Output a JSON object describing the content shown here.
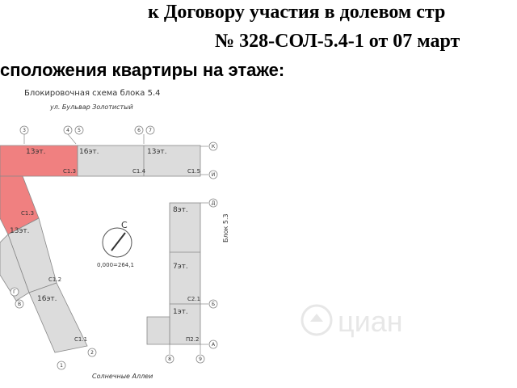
{
  "header": {
    "line1": "к Договору участия в долевом стр",
    "line2": "№ 328-СОЛ-5.4-1 от 07 март",
    "line3": "сположения квартиры на этаже:"
  },
  "plan": {
    "title": "Блокировочная схема блока 5.4",
    "street_top": "ул. Бульвар Золотистый",
    "street_bottom": "Солнечные Аллеи",
    "block_53": "Блок 5.3",
    "compass_letter": "С",
    "compass_value": "0,000=264,1",
    "axes": {
      "a3": "3",
      "a4": "4",
      "a5": "5",
      "a6": "6",
      "a7": "7",
      "k": "К",
      "i": "И",
      "d": "Д",
      "b": "Б",
      "a": "А",
      "a8": "8",
      "a9": "9",
      "g": "Г",
      "v": "В",
      "a1": "1",
      "a2": "2"
    },
    "sections": {
      "s1": "13эт.",
      "s2": "16эт.",
      "s3": "13эт.",
      "s4": "13эт.",
      "s5": "16эт.",
      "s6": "8эт.",
      "s7": "7эт.",
      "s8": "1эт."
    },
    "codes": {
      "c13a": "С1.3",
      "c14": "С1.4",
      "c15": "С1.5",
      "c13b": "С1.3",
      "c12": "С1.2",
      "c11": "С1.1",
      "c21": "С2.1",
      "p22": "П2.2"
    },
    "highlight_color": "#f08080",
    "fill_color": "#dcdcdc"
  },
  "watermark": {
    "text": "циан"
  }
}
